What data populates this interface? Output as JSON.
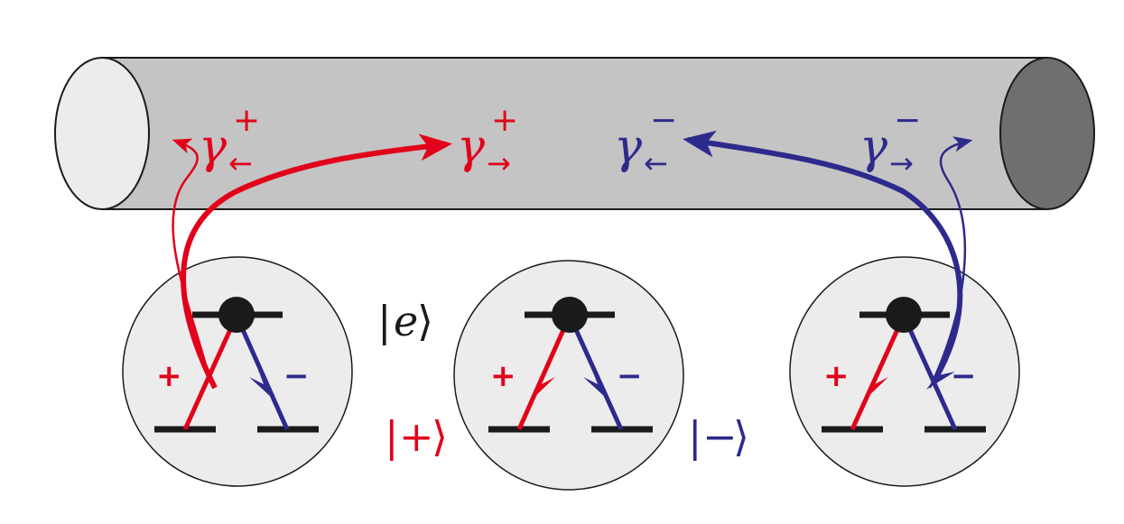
{
  "colors": {
    "red": "#e2001a",
    "blue": "#2e2a8c",
    "black": "#1a1a1a",
    "tube_body": "#c4c4c4",
    "tube_left_cap": "#ececec",
    "tube_right_cap": "#6f6f6f",
    "atom_fill": "#ececec"
  },
  "photons": {
    "plus_left": {
      "symbol": "γ",
      "sup": "+",
      "sub": "←"
    },
    "plus_right": {
      "symbol": "γ",
      "sup": "+",
      "sub": "→"
    },
    "minus_left": {
      "symbol": "γ",
      "sup": "−",
      "sub": "←"
    },
    "minus_right": {
      "symbol": "γ",
      "sup": "−",
      "sub": "→"
    }
  },
  "states": {
    "excited": {
      "open": "|",
      "symbol": "e",
      "close": "⟩"
    },
    "plus": {
      "open": "|",
      "symbol": "+",
      "close": "⟩"
    },
    "minus": {
      "open": "|",
      "symbol": "−",
      "close": "⟩"
    }
  },
  "transition_signs": {
    "plus": "+",
    "minus": "−"
  }
}
